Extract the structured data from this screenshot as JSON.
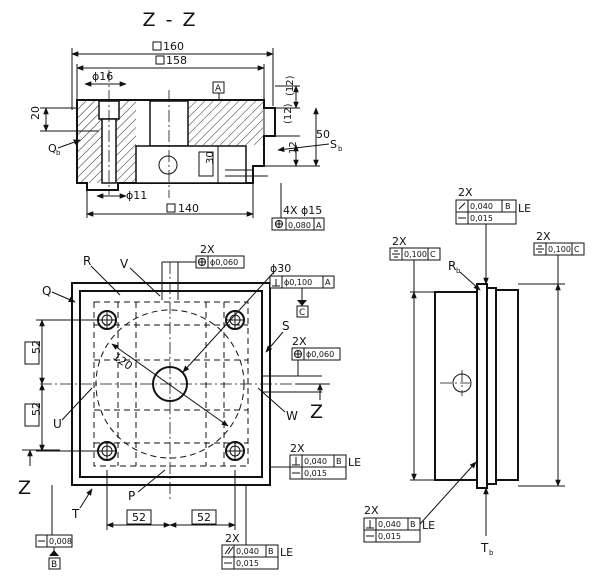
{
  "section_title": "Z - Z",
  "top_view": {
    "dim_160": "160",
    "dim_158": "158",
    "dim_phi16": "ϕ16",
    "dim_20": "20",
    "dim_12a": "(12)",
    "dim_12b": "(12)",
    "dim_12c": "12",
    "dim_50": "50",
    "dim_30": "30",
    "dim_phi11": "ϕ11",
    "dim_140": "140",
    "datum_a": "A",
    "label_qb": "Q",
    "label_qb_sub": "b",
    "label_sb": "S",
    "label_sb_sub": "b",
    "holes_count": "4X ϕ15",
    "holes_fcf_tol": "0,080",
    "holes_fcf_datum": "A"
  },
  "plan_view": {
    "label_r": "R",
    "label_q": "Q",
    "label_v": "V",
    "label_s": "S",
    "label_u": "U",
    "label_w": "W",
    "label_t": "T",
    "label_p": "P",
    "label_z_left": "Z",
    "label_z_right": "Z",
    "dim_phi30": "ϕ30",
    "dim_120": "120",
    "dim_52_vert_top": "52",
    "dim_52_vert_bottom": "52",
    "dim_52_horiz_left": "52",
    "dim_52_horiz_right": "52",
    "fcf_top_count": "2X",
    "fcf_top_tol": "ϕ0,060",
    "fcf_phi30_tol": "ϕ0,100",
    "fcf_phi30_datum": "A",
    "datum_c": "C",
    "fcf_right_count": "2X",
    "fcf_right_tol": "ϕ0,060",
    "fcf_mid_count": "2X",
    "fcf_mid_tol1": "0,040",
    "fcf_mid_datum": "B",
    "fcf_mid_le": "LE",
    "fcf_mid_tol2": "0,015",
    "fcf_bottom_count": "2X",
    "fcf_bottom_tol1": "0,040",
    "fcf_bottom_datum": "B",
    "fcf_bottom_le": "LE",
    "fcf_bottom_tol2": "0,015",
    "flat_tol": "0,008",
    "datum_b": "B"
  },
  "side_view": {
    "fcf_top_count": "2X",
    "fcf_top_tol1": "0,040",
    "fcf_top_datum": "B",
    "fcf_top_le": "LE",
    "fcf_top_tol2": "0,015",
    "fcf_left_count": "2X",
    "fcf_left_tol": "0,100",
    "fcf_left_datum": "C",
    "fcf_right_count": "2X",
    "fcf_right_tol": "0,100",
    "fcf_right_datum": "C",
    "label_rb": "R",
    "label_rb_sub": "b",
    "label_tb": "T",
    "label_tb_sub": "b",
    "fcf_bottom_count": "2X",
    "fcf_bottom_tol1": "0,040",
    "fcf_bottom_datum": "B",
    "fcf_bottom_le": "LE",
    "fcf_bottom_tol2": "0,015"
  }
}
